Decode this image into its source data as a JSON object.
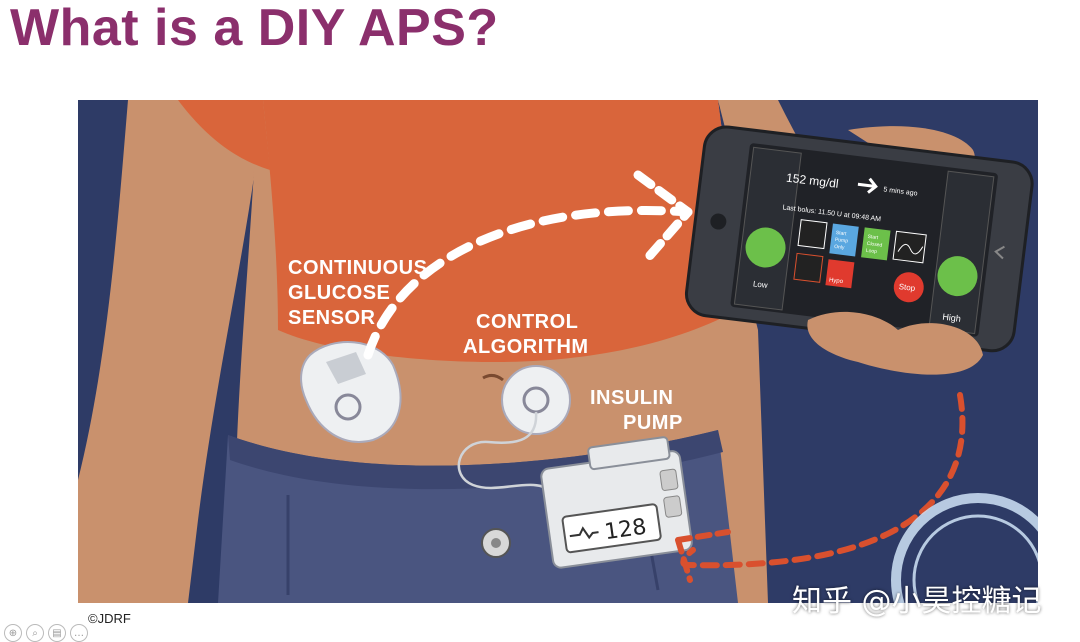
{
  "slide": {
    "title": "What is a DIY APS?",
    "credit": "©JDRF",
    "watermark": "知乎 @小昊控糖记"
  },
  "labels": {
    "cgm": [
      "CONTINUOUS",
      "GLUCOSE",
      "SENSOR"
    ],
    "algorithm": [
      "CONTROL",
      "ALGORITHM"
    ],
    "pump": [
      "INSULIN",
      "PUMP"
    ]
  },
  "phone": {
    "glucose": "152 mg/dl",
    "ago": "5 mins ago",
    "last_bolus": "Last bolus: 11.50 U at 09:48 AM",
    "low": "Low",
    "high": "High",
    "hypo": "Hypo",
    "stop": "Stop",
    "start_pump": [
      "Start",
      "Pump",
      "Only"
    ],
    "start_loop": [
      "Start",
      "Closed",
      "Loop"
    ]
  },
  "pump_display": "128",
  "colors": {
    "title": "#8b2f6c",
    "background": "#2e3b66",
    "shirt": "#d9653b",
    "skin": "#c9916d",
    "jeans": "#4a5580",
    "arrow_red": "#d9502e"
  },
  "icons": [
    "zoom-icon",
    "search-icon",
    "print-icon",
    "more-icon"
  ]
}
